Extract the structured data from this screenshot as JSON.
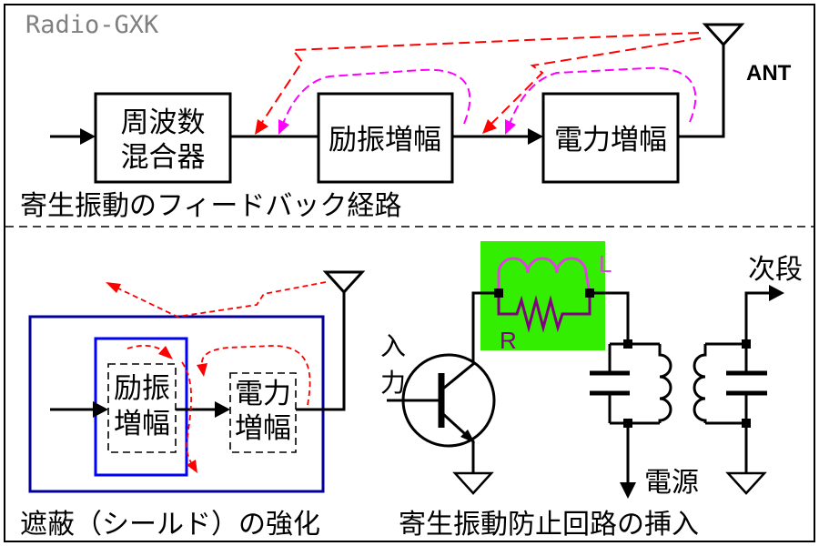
{
  "watermark": "Radio-GXK",
  "top_panel": {
    "mixer_line1": "周波数",
    "mixer_line2": "混合器",
    "driver_amp": "励振増幅",
    "power_amp": "電力増幅",
    "antenna_label": "ANT",
    "caption": "寄生振動のフィードバック経路"
  },
  "shield_panel": {
    "driver_line1": "励振",
    "driver_line2": "増幅",
    "power_line1": "電力",
    "power_line2": "増幅",
    "caption": "遮蔽（シールド）の強化"
  },
  "suppressor_panel": {
    "inductor_label": "L",
    "resistor_label": "R",
    "input_line1": "入",
    "input_line2": "力",
    "supply_label": "電源",
    "next_stage_label": "次段",
    "caption": "寄生振動防止回路の挿入"
  },
  "colors": {
    "watermark": "#808080",
    "feedback_radiated": "#ff0000",
    "feedback_coupled": "#ff00ff",
    "shield_outer": "#000099",
    "shield_inner": "#0000ff",
    "suppressor_highlight": "#33ee00",
    "inductor": "#e040e0",
    "resistor": "#800080"
  }
}
